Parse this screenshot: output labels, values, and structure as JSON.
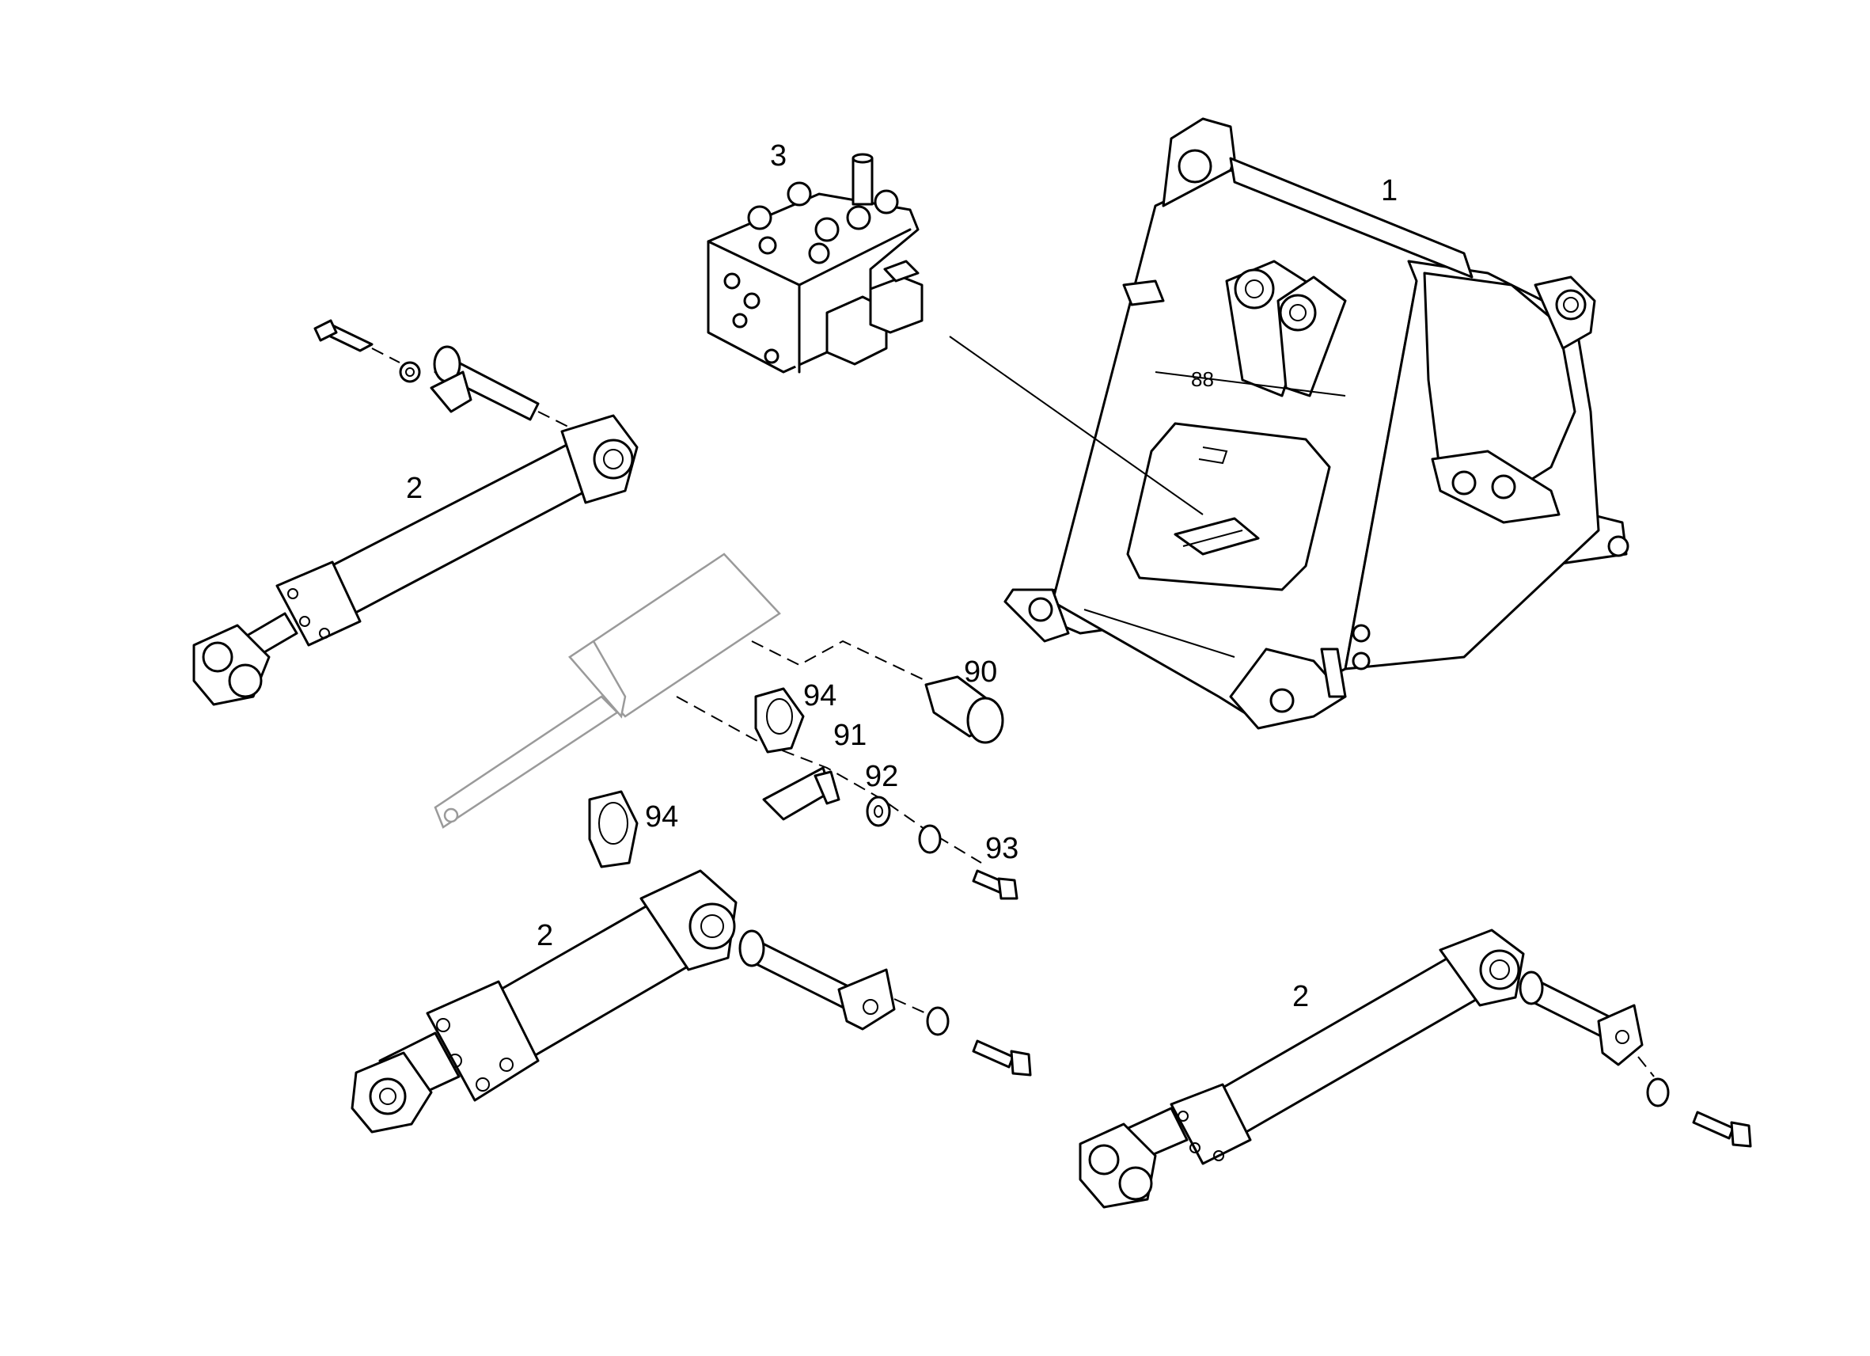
{
  "diagram": {
    "callouts": {
      "frame": "1",
      "cylinder_top_left": "2",
      "cylinder_bottom_center": "2",
      "cylinder_bottom_right": "2",
      "valve_block": "3",
      "fitting_90": "90",
      "bracket_91": "91",
      "washer_92": "92",
      "screw_93": "93",
      "clamp_94_upper": "94",
      "clamp_94_lower": "94"
    }
  }
}
